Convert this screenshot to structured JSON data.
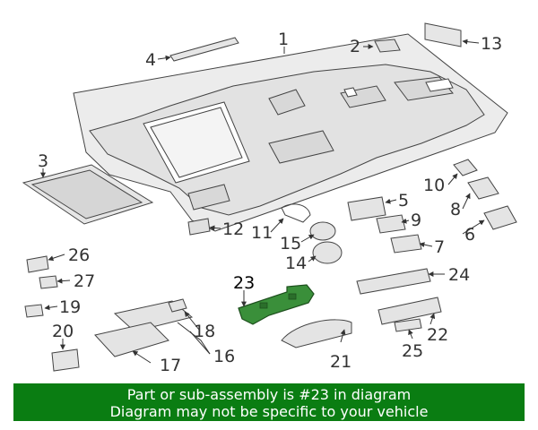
{
  "banner": {
    "line1": "Part or sub-assembly is #23 in diagram",
    "line2": "Diagram may not be specific to your vehicle"
  },
  "highlight": {
    "part_number": "23",
    "color": "#3a8f3a",
    "banner_color": "#0a7d12"
  },
  "callouts": {
    "c1": "1",
    "c2": "2",
    "c3": "3",
    "c4": "4",
    "c5": "5",
    "c6": "6",
    "c7": "7",
    "c8": "8",
    "c9": "9",
    "c10": "10",
    "c11": "11",
    "c12": "12",
    "c13": "13",
    "c14": "14",
    "c15": "15",
    "c16": "16",
    "c17": "17",
    "c18": "18",
    "c19": "19",
    "c20": "20",
    "c21": "21",
    "c22": "22",
    "c23": "23",
    "c24": "24",
    "c25": "25",
    "c26": "26",
    "c27": "27"
  }
}
